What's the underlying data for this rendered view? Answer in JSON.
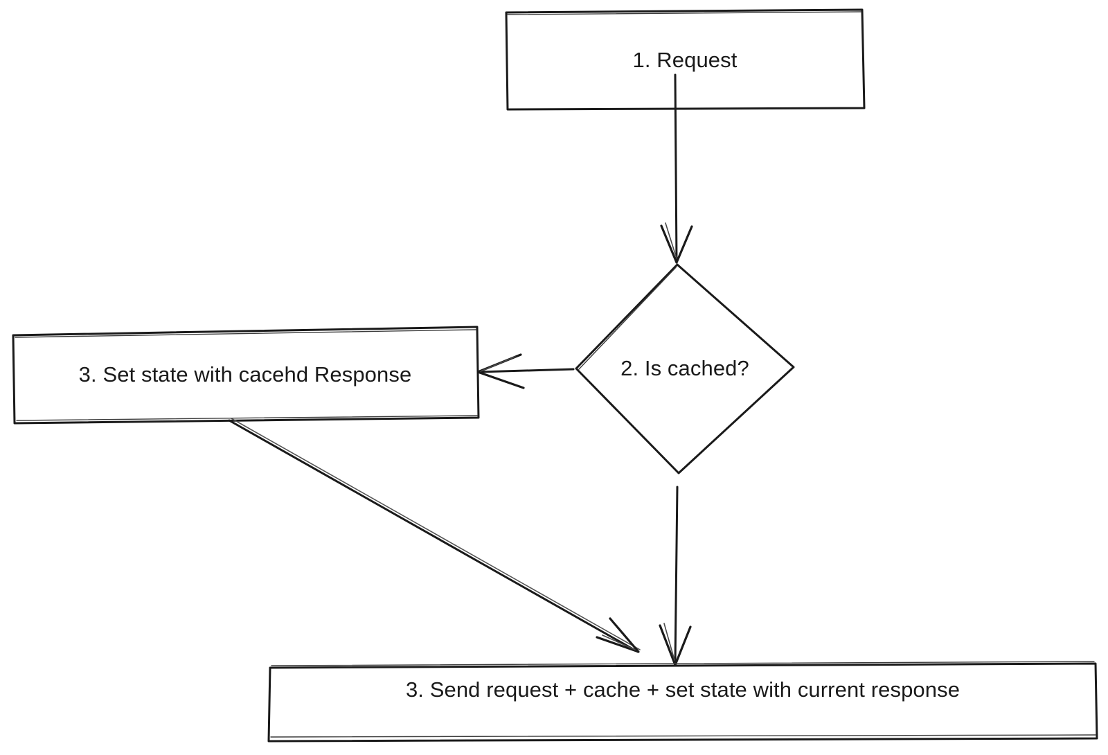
{
  "diagram": {
    "title": "Request caching flowchart",
    "style": "hand-drawn",
    "background_color": "#ffffff",
    "stroke_color": "#1a1a1a",
    "nodes": [
      {
        "id": "request",
        "label": "1. Request",
        "shape": "rectangle",
        "name": "node-request"
      },
      {
        "id": "is-cached",
        "label": "2. Is cached?",
        "shape": "diamond",
        "name": "node-is-cached"
      },
      {
        "id": "set-state-cached",
        "label": "3. Set state with cacehd Response",
        "shape": "rectangle",
        "name": "node-set-state-cached"
      },
      {
        "id": "send-request",
        "label": "3. Send request + cache + set state with current response",
        "shape": "rectangle",
        "name": "node-send-request"
      }
    ],
    "edges": [
      {
        "id": "request-to-is-cached",
        "from": "request",
        "to": "is-cached",
        "label": "",
        "direction": "down"
      },
      {
        "id": "is-cached-to-set-state",
        "from": "is-cached",
        "to": "set-state-cached",
        "label": "",
        "direction": "left"
      },
      {
        "id": "is-cached-to-send-request",
        "from": "is-cached",
        "to": "send-request",
        "label": "",
        "direction": "down"
      },
      {
        "id": "set-state-to-send-request",
        "from": "set-state-cached",
        "to": "send-request",
        "label": "",
        "direction": "diagonal-down-right"
      }
    ]
  }
}
